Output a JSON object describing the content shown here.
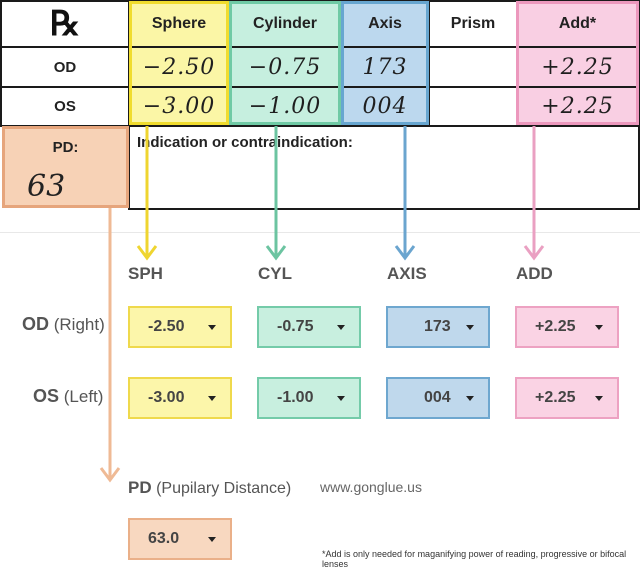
{
  "rx_card": {
    "symbol": "℞",
    "headers": {
      "sphere": "Sphere",
      "cylinder": "Cylinder",
      "axis": "Axis",
      "prism": "Prism",
      "add": "Add*"
    },
    "od": {
      "label": "OD",
      "sphere": "−2.50",
      "cylinder": "−0.75",
      "axis": "173",
      "prism": "",
      "add": "+2.25"
    },
    "os": {
      "label": "OS",
      "sphere": "−3.00",
      "cylinder": "−1.00",
      "axis": "004",
      "prism": "",
      "add": "+2.25"
    },
    "pd": {
      "label": "PD:",
      "value": "63"
    },
    "indication": "Indication or contraindication:"
  },
  "form": {
    "columns": {
      "sph": "SPH",
      "cyl": "CYL",
      "axis": "AXIS",
      "add": "ADD"
    },
    "od": {
      "label_bold": "OD",
      "label_rest": "(Right)",
      "sph": "-2.50",
      "cyl": "-0.75",
      "axis": "173",
      "add": "+2.25"
    },
    "os": {
      "label_bold": "OS",
      "label_rest": "(Left)",
      "sph": "-3.00",
      "cyl": "-1.00",
      "axis": "004",
      "add": "+2.25"
    },
    "pd": {
      "label_bold": "PD",
      "label_rest": "(Pupilary Distance)",
      "value": "63.0"
    },
    "website": "www.gonglue.us",
    "footnote": "*Add is only needed for maganifying power of reading, progressive or bifocal lenses"
  },
  "colors": {
    "sphere": "#fbf6a6",
    "cylinder": "#c6efdf",
    "axis": "#bcd8ee",
    "add": "#f9cfe3",
    "pd": "#f7d2b6"
  }
}
